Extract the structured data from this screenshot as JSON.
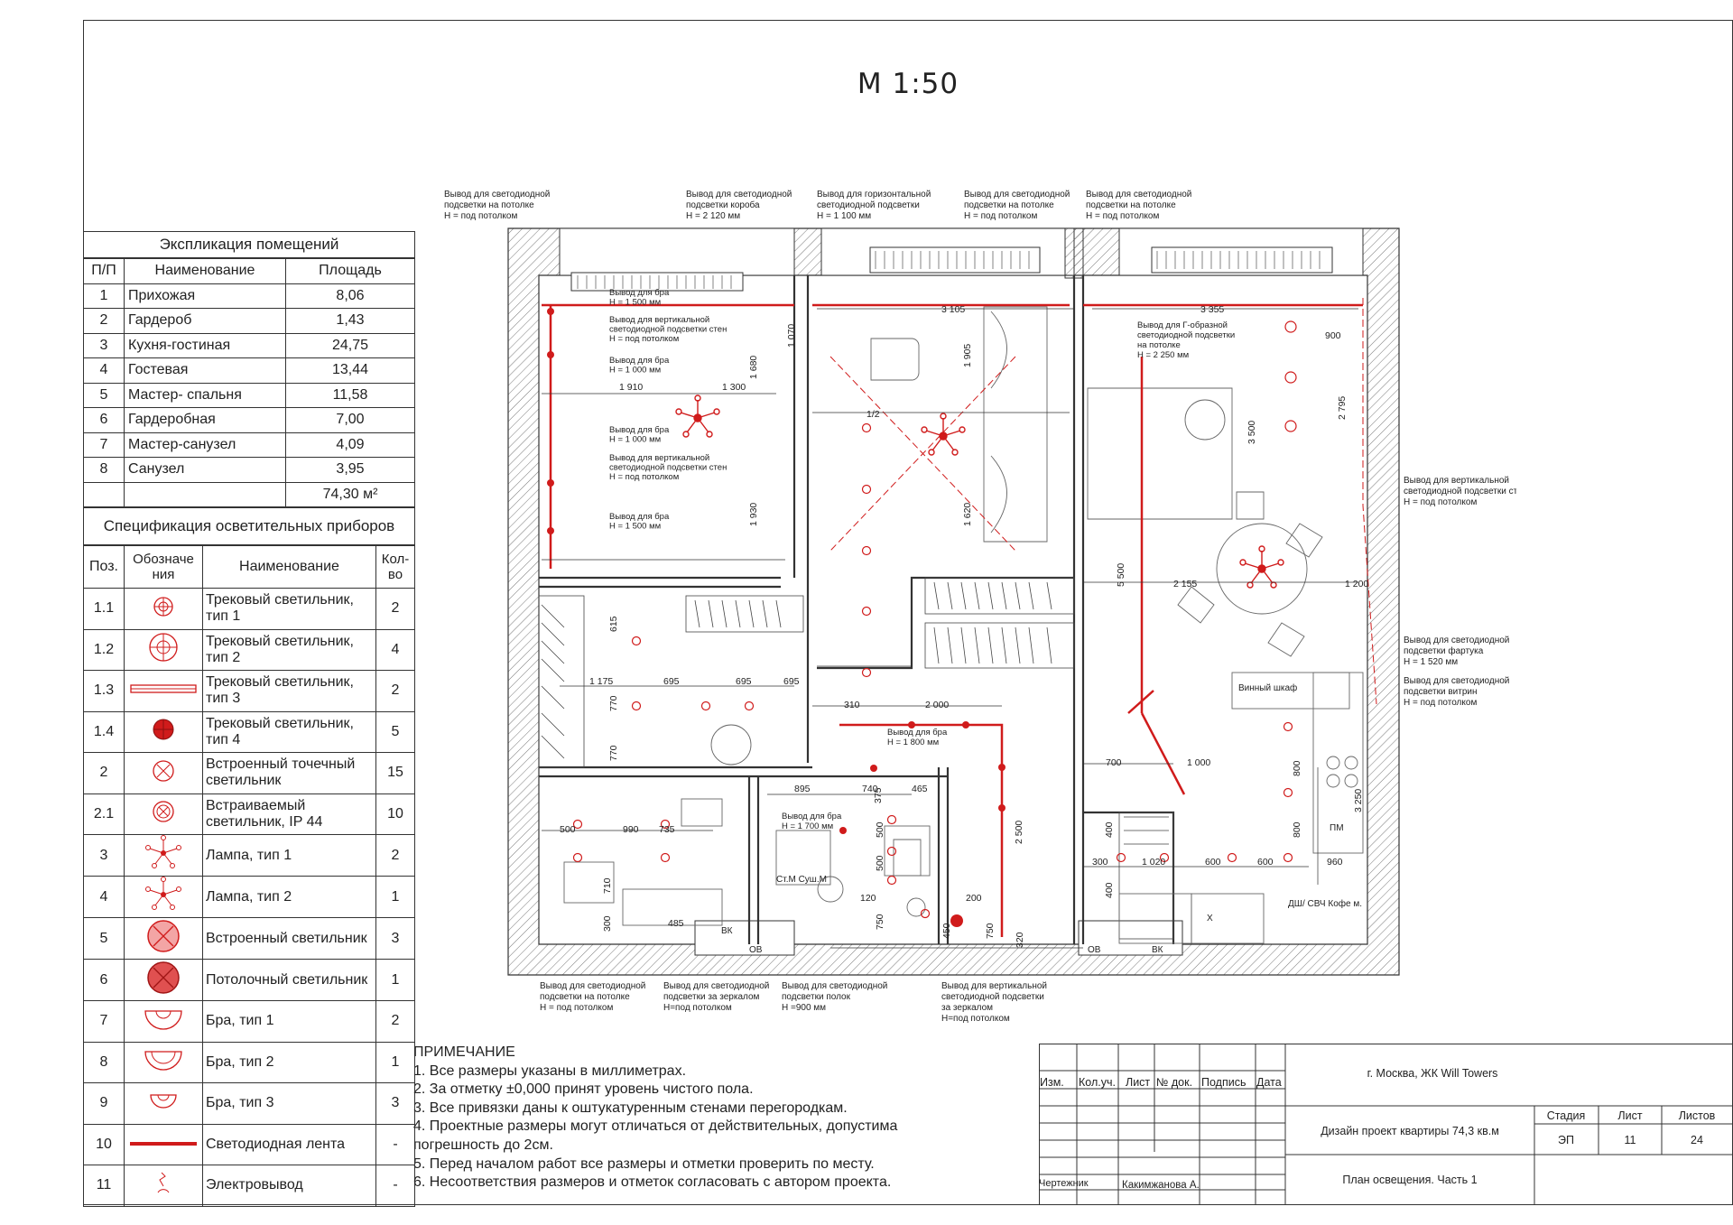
{
  "scale": "М 1:50",
  "explication": {
    "title": "Экспликация помещений",
    "headers": [
      "П/П",
      "Наименование",
      "Площадь"
    ],
    "rows": [
      [
        "1",
        "Прихожая",
        "8,06"
      ],
      [
        "2",
        "Гардероб",
        "1,43"
      ],
      [
        "3",
        "Кухня-гостиная",
        "24,75"
      ],
      [
        "4",
        "Гостевая",
        "13,44"
      ],
      [
        "5",
        "Мастер- спальня",
        "11,58"
      ],
      [
        "6",
        "Гардеробная",
        "7,00"
      ],
      [
        "7",
        "Мастер-санузел",
        "4,09"
      ],
      [
        "8",
        "Санузел",
        "3,95"
      ]
    ],
    "total": "74,30 м²"
  },
  "spec": {
    "title": "Спецификация осветительных приборов",
    "headers": [
      "Поз.",
      "Обозначе ния",
      "Наименование",
      "Кол-во"
    ],
    "rows": [
      {
        "pos": "1.1",
        "icon": "track-light-type1-icon",
        "name": "Трековый светильник, тип 1",
        "qty": "2"
      },
      {
        "pos": "1.2",
        "icon": "track-light-type2-icon",
        "name": "Трековый светильник, тип 2",
        "qty": "4"
      },
      {
        "pos": "1.3",
        "icon": "track-light-type3-icon",
        "name": "Трековый светильник, тип 3",
        "qty": "2"
      },
      {
        "pos": "1.4",
        "icon": "track-light-type4-icon",
        "name": "Трековый светильник, тип 4",
        "qty": "5"
      },
      {
        "pos": "2",
        "icon": "recessed-spot-icon",
        "name": "Встроенный точечный светильник",
        "qty": "15"
      },
      {
        "pos": "2.1",
        "icon": "recessed-ip44-icon",
        "name": "Встраиваемый светильник, IP 44",
        "qty": "10"
      },
      {
        "pos": "3",
        "icon": "lamp-type1-icon",
        "name": "Лампа, тип 1",
        "qty": "2"
      },
      {
        "pos": "4",
        "icon": "lamp-type2-icon",
        "name": "Лампа, тип 2",
        "qty": "1"
      },
      {
        "pos": "5",
        "icon": "built-in-light-icon",
        "name": "Встроенный светильник",
        "qty": "3"
      },
      {
        "pos": "6",
        "icon": "ceiling-light-icon",
        "name": "Потолочный светильник",
        "qty": "1"
      },
      {
        "pos": "7",
        "icon": "sconce-type1-icon",
        "name": "Бра, тип 1",
        "qty": "2"
      },
      {
        "pos": "8",
        "icon": "sconce-type2-icon",
        "name": "Бра, тип 2",
        "qty": "1"
      },
      {
        "pos": "9",
        "icon": "sconce-type3-icon",
        "name": "Бра, тип 3",
        "qty": "3"
      },
      {
        "pos": "10",
        "icon": "led-strip-icon",
        "name": "Светодиодная лента",
        "qty": "-"
      },
      {
        "pos": "11",
        "icon": "electrical-outlet-icon",
        "name": "Электровывод",
        "qty": "-"
      }
    ]
  },
  "notes": {
    "title": "ПРИМЕЧАНИЕ",
    "items": [
      "1. Все размеры указаны в миллиметрах.",
      "2. За отметку ±0,000 принят уровень чистого пола.",
      "3. Все привязки даны к оштукатуренным стенами перегородкам.",
      "4. Проектные размеры могут отличаться от действительных, допустима",
      "погрешность до 2см.",
      "5. Перед началом работ все размеры и отметки проверить по месту.",
      "6. Несоответствия размеров и отметок согласовать с автором проекта."
    ]
  },
  "stamp": {
    "location": "г. Москва, ЖК Will Towers",
    "revision_headers": [
      "Изм.",
      "Кол.уч.",
      "Лист",
      "№ док.",
      "Подпись",
      "Дата"
    ],
    "project": "Дизайн проект квартиры 74,3 кв.м",
    "stage_label": "Стадия",
    "sheet_label": "Лист",
    "sheets_label": "Листов",
    "stage": "ЭП",
    "sheet": "11",
    "sheets": "24",
    "role": "Чертежник",
    "author": "Какимжанова А.",
    "sheet_title": "План освещения. Часть 1"
  },
  "plan": {
    "callouts_top": [
      [
        "Вывод для светодиодной",
        "подсветки на потолке",
        "H = под потолком"
      ],
      [
        "Вывод для светодиодной",
        "подсветки короба",
        "H = 2 120 мм"
      ],
      [
        "Вывод для горизонтальной",
        "светодиодной подсветки",
        "H = 1 100 мм"
      ],
      [
        "Вывод для светодиодной",
        "подсветки на потолке",
        "H = под потолком"
      ],
      [
        "Вывод для светодиодной",
        "подсветки на потолке",
        "H = под потолком"
      ]
    ],
    "callouts_right": [
      [
        "Вывод для вертикальной",
        "светодиодной подсветки стен",
        "H = под потолком"
      ],
      [
        "Вывод для светодиодной",
        "подсветки фартука",
        "H = 1 520 мм"
      ],
      [
        "Вывод для светодиодной",
        "подсветки витрин",
        "H = под потолком"
      ]
    ],
    "callouts_bottom": [
      [
        "Вывод для светодиодной",
        "подсветки на потолке",
        "H = под потолком"
      ],
      [
        "Вывод для светодиодной",
        "подсветки за зеркалом",
        "H=под потолком"
      ],
      [
        "Вывод для светодиодной",
        "подсветки полок",
        "H =900 мм"
      ],
      [
        "Вывод для вертикальной",
        "светодиодной подсветки",
        "за зеркалом",
        "H=под потолком"
      ]
    ],
    "callouts_left_room": [
      [
        "Вывод для бра",
        "H = 1 500 мм"
      ],
      [
        "Вывод для вертикальной",
        "светодиодной подсветки стен",
        "H = под потолком"
      ],
      [
        "Вывод для бра",
        "H = 1 000 мм"
      ],
      [
        "Вывод для бра",
        "H = 1 000 мм"
      ],
      [
        "Вывод для вертикальной",
        "светодиодной подсветки стен",
        "H = под потолком"
      ],
      [
        "Вывод для бра",
        "H = 1 500 мм"
      ]
    ],
    "callout_g_shape": [
      "Вывод для Г-образной",
      "светодиодной подсветки",
      "на потолке",
      "H = 2 250 мм"
    ],
    "callout_hall_sconce": [
      "Вывод для бра",
      "H = 1 800 мм"
    ],
    "callout_bath_sconce": [
      "Вывод для бра",
      "H = 1 700 мм"
    ],
    "furniture_labels": [
      "Винный шкаф",
      "ПМ",
      "ДШ/ СВЧ Кофе м.",
      "Ст.М Суш.М",
      "Х",
      "ОВ",
      "ВК",
      "ОВ",
      "ВК"
    ],
    "dimensions": [
      "3 105",
      "3 355",
      "900",
      "1 910",
      "1 300",
      "1 070",
      "1 680",
      "1 930",
      "1 905",
      "1 620",
      "2 795",
      "3 500",
      "5 500",
      "2 155",
      "1 200",
      "1 175",
      "695",
      "695",
      "695",
      "615",
      "770",
      "770",
      "310",
      "2 000",
      "1 000",
      "700",
      "2 500",
      "895",
      "740",
      "465",
      "375",
      "500",
      "990",
      "735",
      "1 020",
      "600",
      "600",
      "960",
      "800",
      "800",
      "3 250",
      "485",
      "200",
      "450",
      "750",
      "320",
      "120",
      "500",
      "500",
      "750",
      "710",
      "300",
      "400",
      "400",
      "300",
      "1/2"
    ]
  }
}
